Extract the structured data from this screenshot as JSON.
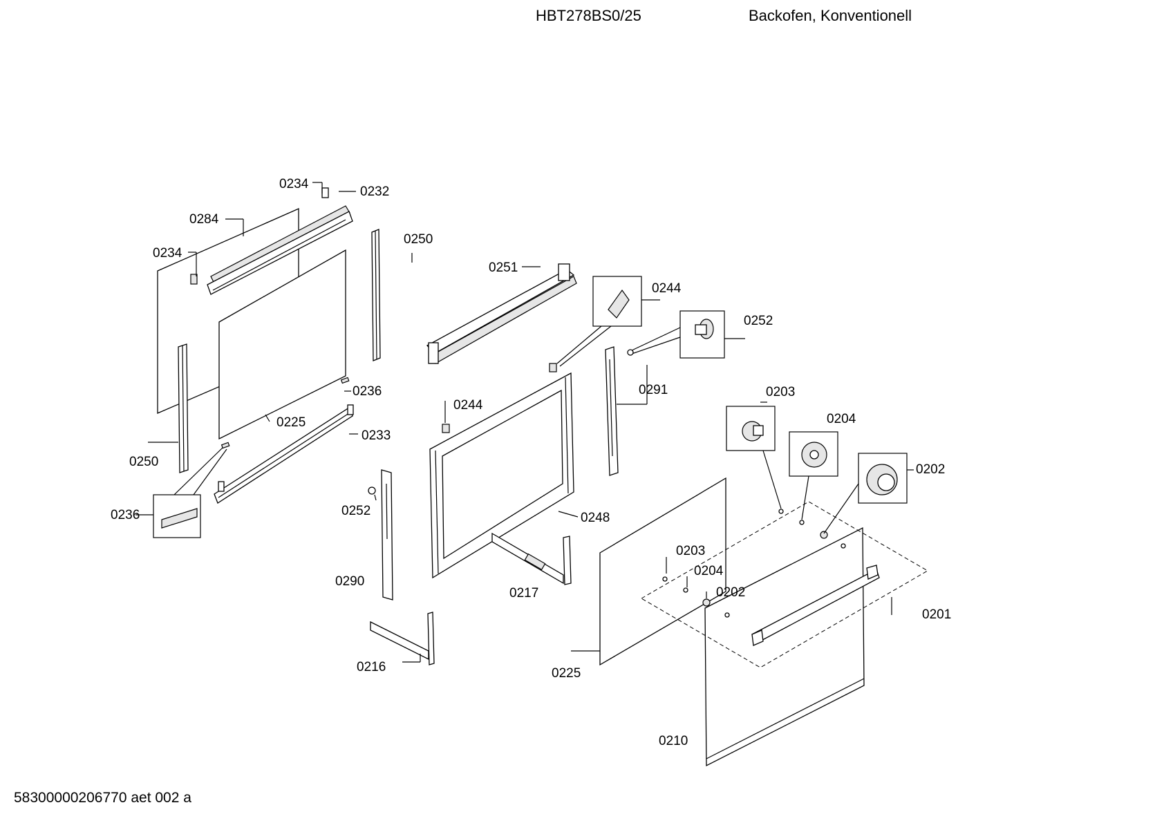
{
  "header": {
    "model": "HBT278BS0/25",
    "description": "Backofen, Konventionell"
  },
  "footer": {
    "doc_id": "58300000206770 aet 002 a"
  },
  "callouts": [
    "0234",
    "0232",
    "0284",
    "0250",
    "0234",
    "0251",
    "0244",
    "0252",
    "0236",
    "0225",
    "0233",
    "0244",
    "0291",
    "0203",
    "0204",
    "0250",
    "0202",
    "0236",
    "0252",
    "0248",
    "0203",
    "0290",
    "0204",
    "0217",
    "0202",
    "0201",
    "0216",
    "0225",
    "0210"
  ]
}
